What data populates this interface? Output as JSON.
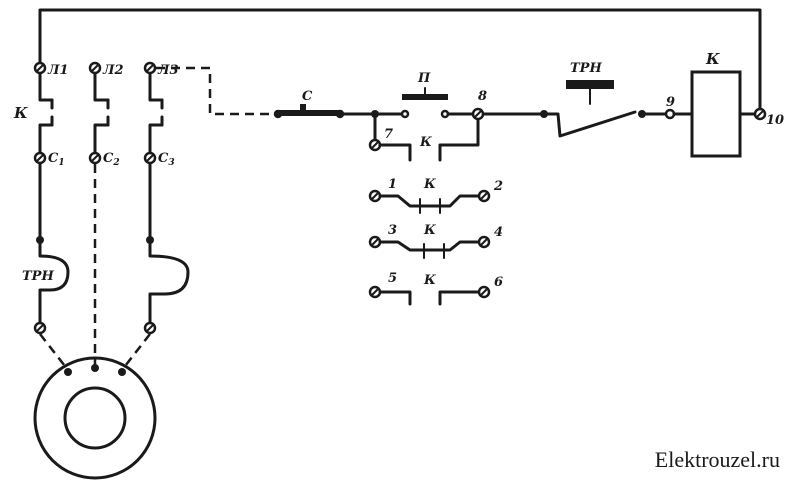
{
  "lines": {
    "l1": "Л1",
    "l2": "Л2",
    "l3": "Л3"
  },
  "contactor_main": "К",
  "motor_terminals": {
    "c1": "С",
    "c1_sub": "1",
    "c2": "С",
    "c2_sub": "2",
    "c3": "С",
    "c3_sub": "3"
  },
  "thermal_relay": {
    "label": "ТРН"
  },
  "control": {
    "stop_button": "С",
    "start_button": "П",
    "trn_contact": "ТРН",
    "coil": "К",
    "numbers": {
      "n1": "1",
      "n2": "2",
      "n3": "3",
      "n4": "4",
      "n5": "5",
      "n6": "6",
      "n7": "7",
      "n8": "8",
      "n9": "9",
      "n10": "10"
    },
    "contact_k": "К"
  },
  "watermark": "Elektrouzel.ru"
}
